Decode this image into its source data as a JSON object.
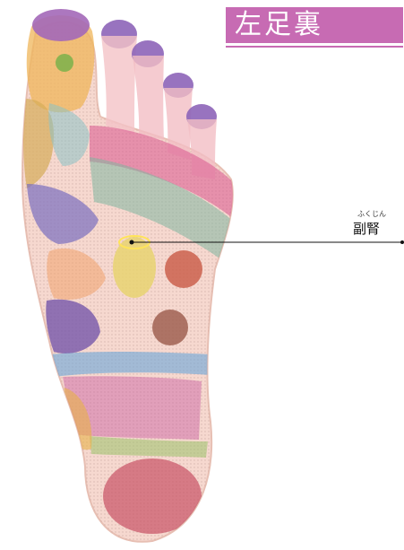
{
  "title": "左足裏",
  "callout": {
    "ruby": "ふくじん",
    "label": "副腎"
  }
}
